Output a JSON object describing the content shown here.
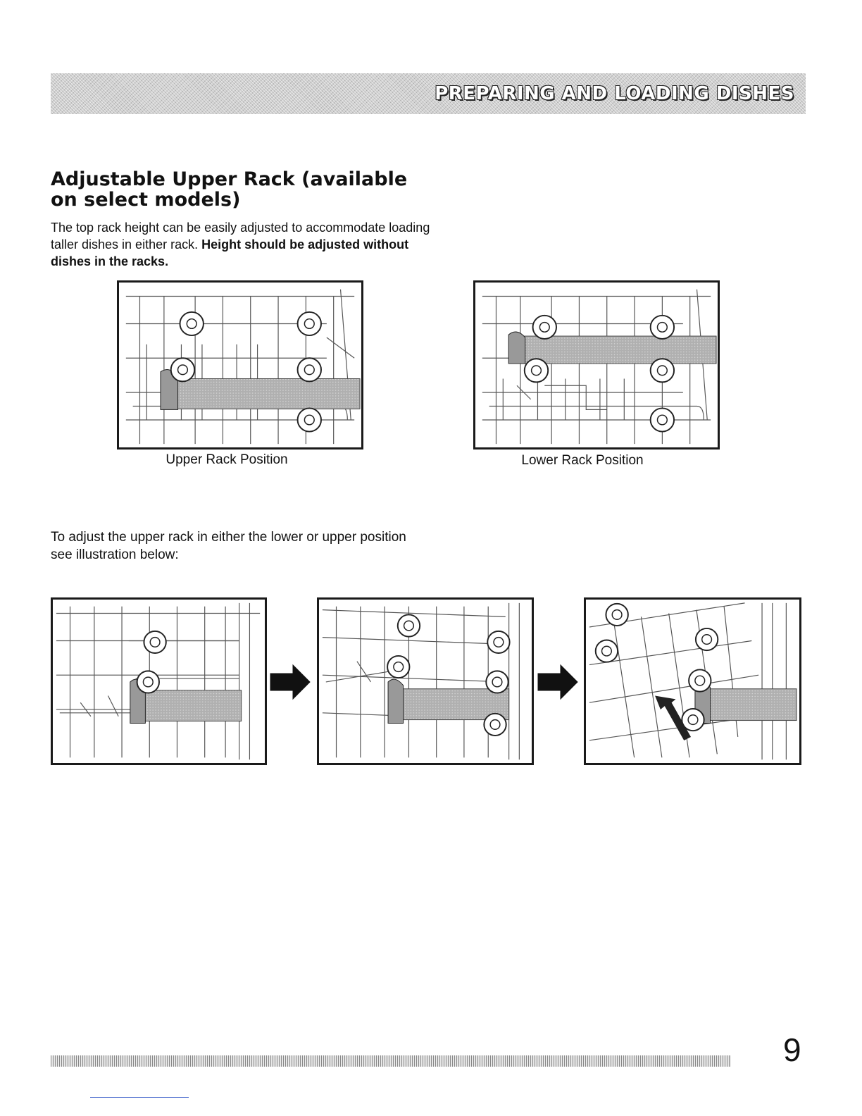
{
  "header": {
    "title": "PREPARING AND LOADING DISHES"
  },
  "section": {
    "heading": "Adjustable Upper Rack (available on select models)",
    "intro_text": "The top rack height can be easily adjusted to accommodate loading taller dishes in either rack.",
    "intro_bold": "Height should be adjusted without dishes in the racks."
  },
  "figures": {
    "upper_caption": "Upper Rack Position",
    "lower_caption": "Lower Rack Position"
  },
  "instructions": {
    "text": "To adjust the upper rack in either the lower or upper position see illustration below:"
  },
  "footer": {
    "page_number": "9"
  },
  "colors": {
    "banner_bg": "#cfcfcf",
    "rail": "#a8a8a8",
    "frame": "#1a1a1a",
    "link": "#4466cc"
  }
}
